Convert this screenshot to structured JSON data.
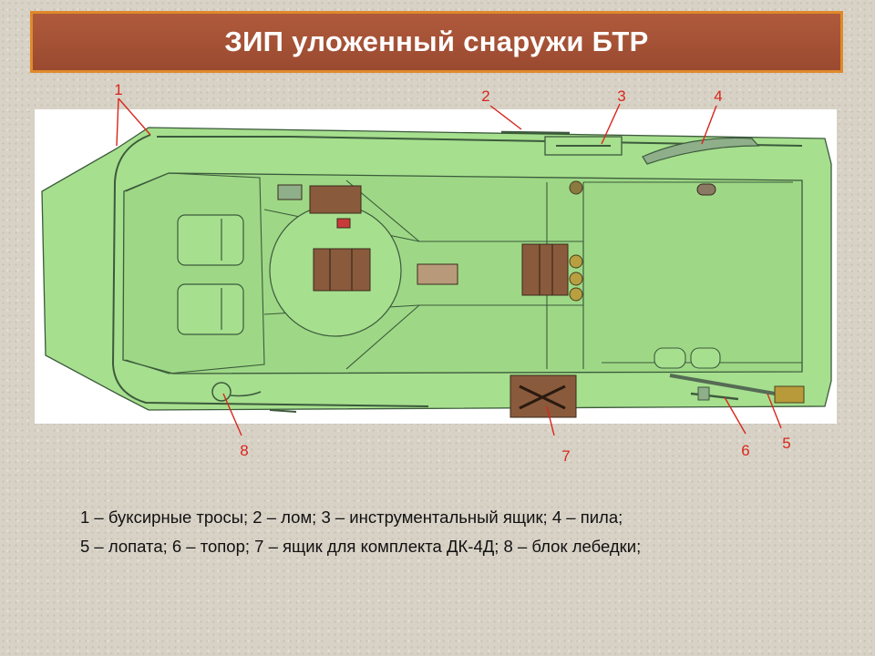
{
  "title": "ЗИП уложенный снаружи БТР",
  "callouts": {
    "c1": "1",
    "c2": "2",
    "c3": "3",
    "c4": "4",
    "c5": "5",
    "c6": "6",
    "c7": "7",
    "c8": "8"
  },
  "legend": {
    "line1": "1 – буксирные тросы; 2 – лом; 3 – инструментальный ящик; 4 – пила;",
    "line2": "5 – лопата; 6 – топор; 7 – ящик для комплекта ДК-4Д; 8 – блок лебедки;"
  },
  "colors": {
    "hull": "#a6df8e",
    "outline": "#3c5a3c",
    "crate": "#8a5a3c",
    "callout": "#d8261d"
  }
}
